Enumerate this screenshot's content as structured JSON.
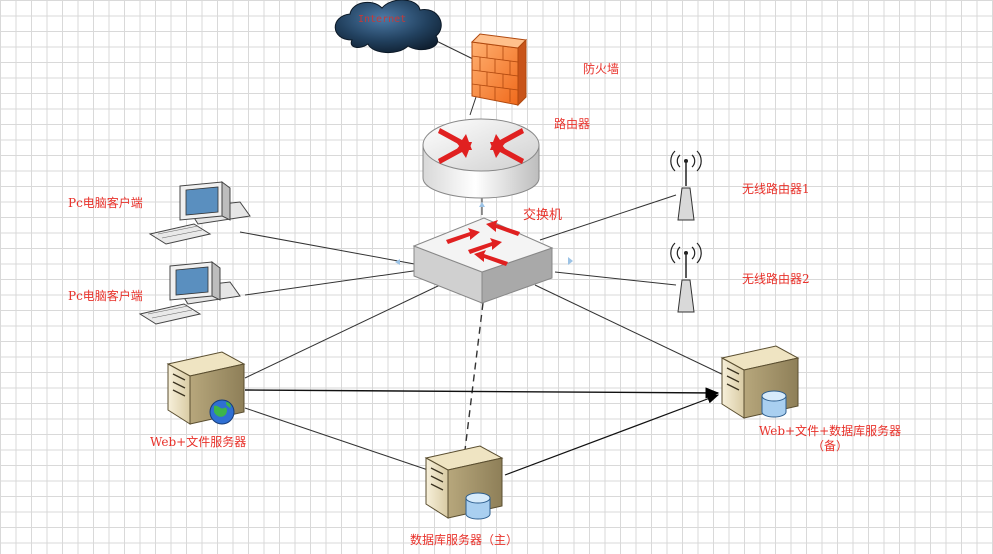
{
  "labels": {
    "internet": "Internet",
    "firewall": "防火墙",
    "router": "路由器",
    "switch": "交换机",
    "pc1": "Pc电脑客户端",
    "pc2": "Pc电脑客户端",
    "wireless1": "无线路由器1",
    "wireless2": "无线路由器2",
    "web_file_server": "Web+文件服务器",
    "backup_server": "Web+文件+数据库服务器（备）",
    "db_server": "数据库服务器（主）"
  },
  "colors": {
    "label": "#e8312a",
    "firewall": "#f07a2a",
    "arrow": "#e02020",
    "cloud": "#1f3b57",
    "line": "#333333"
  },
  "icons": {
    "cloud": "internet-cloud-icon",
    "firewall": "firewall-icon",
    "router": "router-icon",
    "switch": "switch-icon",
    "pc": "pc-client-icon",
    "wireless": "wireless-router-icon",
    "server": "server-icon"
  }
}
